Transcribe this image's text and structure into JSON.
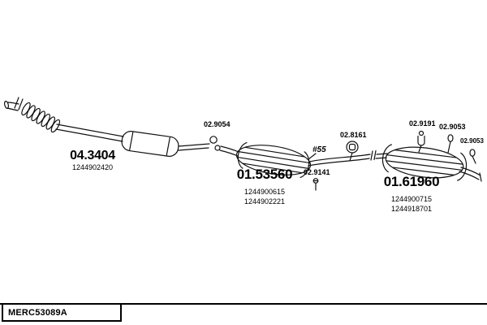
{
  "diagram": {
    "labels": {
      "catalyst": {
        "code": "04.3404",
        "parts": [
          "1244902420"
        ]
      },
      "front_clamp": {
        "code": "02.9054"
      },
      "middle_muffler": {
        "code": "01.53560",
        "parts": [
          "1244900615",
          "1244902221"
        ]
      },
      "bolt": {
        "code": "02.9141"
      },
      "diameter_note": {
        "code": "#55"
      },
      "rubber_mount": {
        "code": "02.8161"
      },
      "hanger_1": {
        "code": "02.9191"
      },
      "hanger_2": {
        "code": "02.9053"
      },
      "hanger_3": {
        "code": "02.9053"
      },
      "rear_muffler": {
        "code": "01.61960",
        "parts": [
          "1244900715",
          "1244918701"
        ]
      }
    },
    "footer": {
      "code": "MERC53089A"
    }
  }
}
